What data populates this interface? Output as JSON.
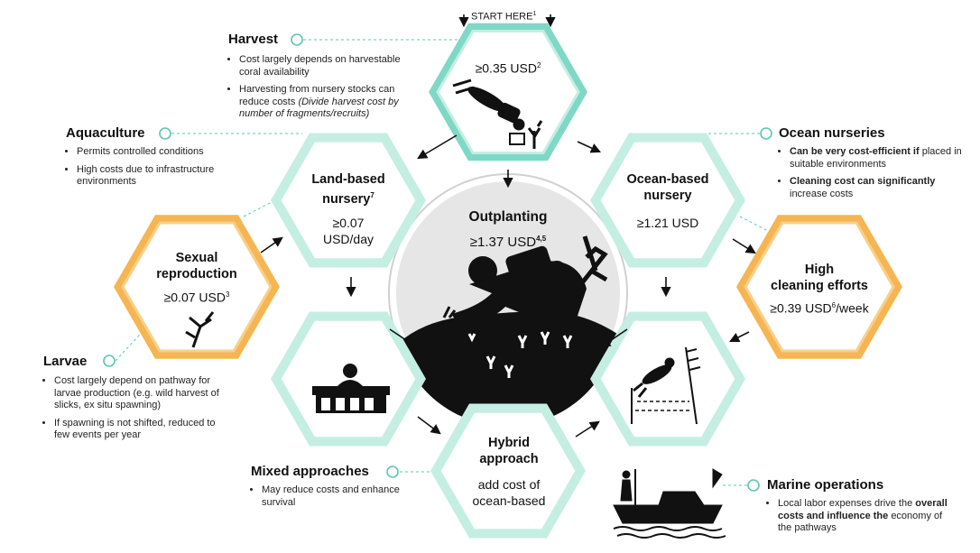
{
  "start": {
    "label": "START HERE",
    "sup": "1"
  },
  "harvest": {
    "title": "Harvest",
    "bullets": [
      "Cost largely depends on harvestable coral availability",
      "Harvesting from nursery stocks can reduce costs"
    ],
    "bullet2_italic": "(Divide harvest cost by number of fragments/recruits)",
    "value": "≥0.35 USD",
    "value_sup": "2"
  },
  "aquaculture": {
    "title": "Aquaculture",
    "bullets": [
      "Permits controlled conditions",
      "High costs due to infrastructure environments"
    ]
  },
  "ocean_nurseries": {
    "title": "Ocean nurseries",
    "bullets_bold": [
      "Can be very cost-efficient if",
      "Cleaning cost can significantly"
    ],
    "bullets_rest": [
      "placed in suitable environments",
      "increase costs"
    ]
  },
  "larvae": {
    "title": "Larvae",
    "bullets": [
      "Cost largely depend on pathway for larvae production (e.g. wild harvest of slicks, ex situ spawning)",
      "If spawning is not shifted, reduced to few events per year"
    ]
  },
  "mixed": {
    "title": "Mixed approaches",
    "bullets": [
      "May reduce costs and enhance survival"
    ]
  },
  "marine": {
    "title": "Marine operations",
    "bullet_pre": "Local labor expenses drive the",
    "bullet_bold": "overall costs and influence the",
    "bullet_post": "economy of the pathways"
  },
  "land_nursery": {
    "title1": "Land-based",
    "title2": "nursery",
    "sup": "7",
    "value1": "≥0.07",
    "value2": "USD/day"
  },
  "ocean_nursery": {
    "title1": "Ocean-based",
    "title2": "nursery",
    "value": "≥1.21 USD"
  },
  "sexual": {
    "title1": "Sexual",
    "title2": "reproduction",
    "value": "≥0.07 USD",
    "sup": "3"
  },
  "cleaning": {
    "title1": "High",
    "title2": "cleaning efforts",
    "value_pre": "≥0.39 USD",
    "sup": "6",
    "value_post": "/week"
  },
  "hybrid": {
    "title1": "Hybrid",
    "title2": "approach",
    "value1": "add cost of",
    "value2": "ocean-based"
  },
  "outplanting": {
    "title": "Outplanting",
    "value": "≥1.37 USD",
    "sup": "4,5"
  },
  "colors": {
    "teal_light": "#c5eee3",
    "teal_mid": "#7fd8c6",
    "teal_line": "#5cc6b3",
    "orange": "#f5b552",
    "orange_inner": "#f9cf8a",
    "grey_circle": "#e6e6e6"
  }
}
